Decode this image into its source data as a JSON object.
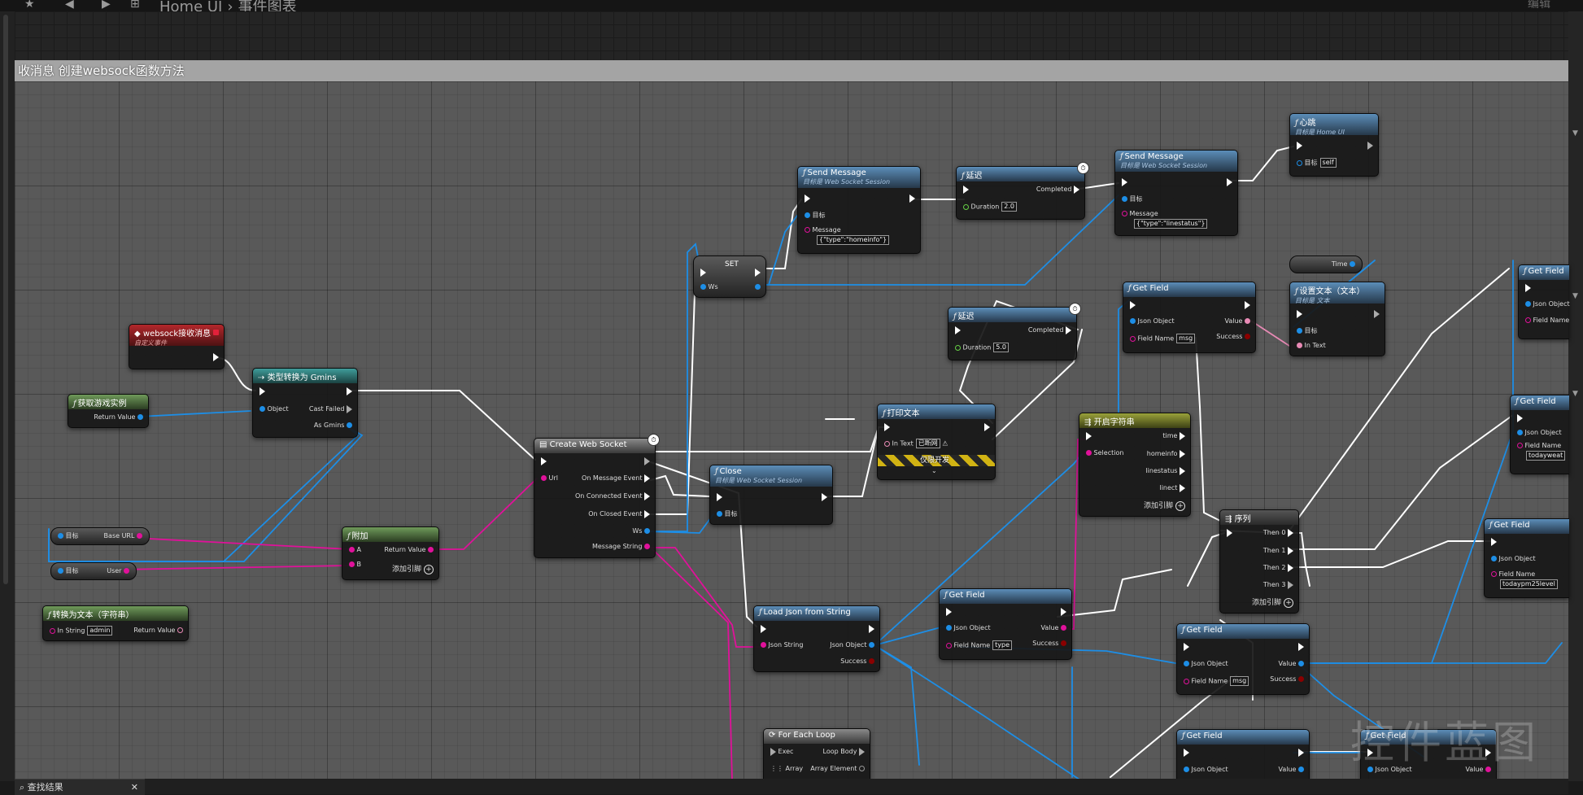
{
  "toolbar": {
    "home_label": "Home UI",
    "separator": "›",
    "graph_label": "事件图表",
    "right_text": "编辑"
  },
  "comment": {
    "title": "收消息 创建websock函数方法"
  },
  "search": {
    "label": "查找结果"
  },
  "watermark": "控件蓝图",
  "colors": {
    "exec": "#ffffff",
    "object": "#1d8ee6",
    "string": "#e0119a",
    "bool": "#8a0000",
    "float": "#66d145",
    "name": "#c79af5",
    "text": "#e88ab5"
  },
  "nodes": {
    "send_message_1": {
      "title": "Send Message",
      "sub": "目标是 Web Socket Session",
      "target": "目标",
      "message_label": "Message",
      "message_value": "{\"type\":\"homeinfo\"}"
    },
    "delay_1": {
      "title": "延迟",
      "completed": "Completed",
      "duration_label": "Duration",
      "duration_value": "2.0"
    },
    "send_message_2": {
      "title": "Send Message",
      "sub": "目标是 Web Socket Session",
      "target": "目标",
      "message_label": "Message",
      "message_value": "{\"type\":\"linestatus\"}"
    },
    "heartbeat": {
      "title": "心跳",
      "sub": "目标是 Home UI",
      "target": "目标",
      "target_value": "self"
    },
    "time_var": {
      "label": "Time"
    },
    "set_text": {
      "title": "设置文本（文本）",
      "sub": "目标是 文本",
      "target": "目标",
      "in_text": "In Text"
    },
    "set_node": {
      "title": "SET",
      "ws": "Ws"
    },
    "delay_2": {
      "title": "延迟",
      "completed": "Completed",
      "duration_label": "Duration",
      "duration_value": "5.0"
    },
    "get_field_top": {
      "title": "Get Field",
      "json_object": "Json Object",
      "value": "Value",
      "field_name": "Field Name",
      "field_value": "msg",
      "success": "Success"
    },
    "get_field_right1": {
      "title": "Get Field",
      "json_object": "Json Object",
      "field_name": "Field Name"
    },
    "get_field_right2": {
      "title": "Get Field",
      "json_object": "Json Object",
      "field_name": "Field Name",
      "field_value": "todayweat"
    },
    "get_field_right3": {
      "title": "Get Field",
      "json_object": "Json Object",
      "field_name": "Field Name",
      "field_value": "todaypm25level"
    },
    "ws_event": {
      "title": "websock接收消息",
      "sub": "自定义事件"
    },
    "cast_gmins": {
      "title": "类型转换为 Gmins",
      "object": "Object",
      "cast_failed": "Cast Failed",
      "as_gmins": "As Gmins"
    },
    "get_game_instance": {
      "title": "获取游戏实例",
      "return_value": "Return Value"
    },
    "print_text": {
      "title": "打印文本",
      "in_text": "In Text",
      "in_text_value": "已断网",
      "dev_only": "仅限开发"
    },
    "switch_string": {
      "title": "开启字符串",
      "selection": "Selection",
      "case1": "time",
      "case2": "homeinfo",
      "case3": "linestatus",
      "case4": "linect",
      "add_pin": "添加引脚"
    },
    "create_ws": {
      "title": "Create Web Socket",
      "url": "Url",
      "on_message": "On Message Event",
      "on_connected": "On Connected Event",
      "on_closed": "On Closed Event",
      "ws": "Ws",
      "message_string": "Message String"
    },
    "close": {
      "title": "Close",
      "sub": "目标是 Web Socket Session",
      "target": "目标"
    },
    "base_url": {
      "target": "目标",
      "label": "Base URL"
    },
    "user": {
      "target": "目标",
      "label": "User"
    },
    "append": {
      "title": "附加",
      "a": "A",
      "b": "B",
      "return_value": "Return Value",
      "add_pin": "添加引脚"
    },
    "to_text": {
      "title": "转换为文本（字符串）",
      "in_string": "In String",
      "in_string_value": "admin",
      "return_value": "Return Value"
    },
    "sequence": {
      "title": "序列",
      "then0": "Then 0",
      "then1": "Then 1",
      "then2": "Then 2",
      "then3": "Then 3",
      "add_pin": "添加引脚"
    },
    "load_json": {
      "title": "Load Json from String",
      "json_string": "Json String",
      "json_object": "Json Object",
      "success": "Success"
    },
    "get_field_mid": {
      "title": "Get Field",
      "json_object": "Json Object",
      "value": "Value",
      "field_name": "Field Name",
      "field_value": "type",
      "success": "Success"
    },
    "get_field_lower": {
      "title": "Get Field",
      "json_object": "Json Object",
      "value": "Value",
      "field_name": "Field Name",
      "field_value": "msg",
      "success": "Success"
    },
    "for_each": {
      "title": "For Each Loop",
      "exec": "Exec",
      "loop_body": "Loop Body",
      "array": "Array",
      "array_element": "Array Element"
    },
    "get_field_bottom1": {
      "title": "Get Field",
      "json_object": "Json Object",
      "value": "Value"
    },
    "get_field_bottom2": {
      "title": "Get Field",
      "json_object": "Json Object",
      "value": "Value"
    }
  }
}
